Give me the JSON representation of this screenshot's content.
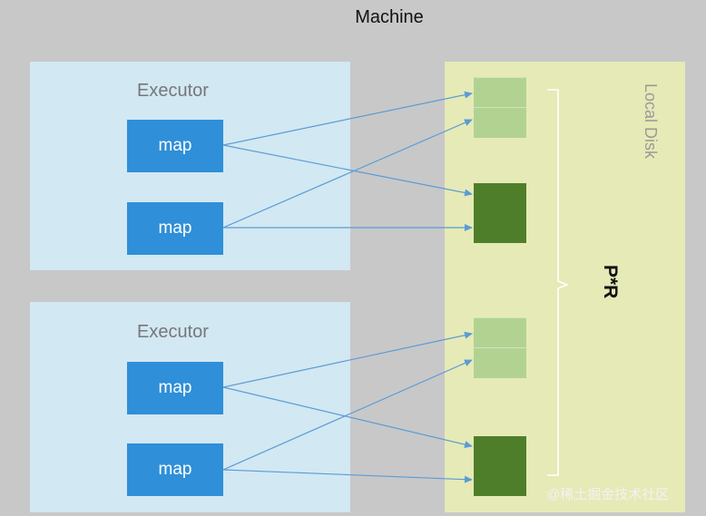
{
  "machine": {
    "title": "Machine"
  },
  "executors": [
    {
      "label": "Executor",
      "maps": [
        "map",
        "map"
      ]
    },
    {
      "label": "Executor",
      "maps": [
        "map",
        "map"
      ]
    }
  ],
  "local_disk": {
    "label": "Local Disk"
  },
  "brace_label": "P*R",
  "watermark": "@稀土掘金技术社区",
  "colors": {
    "background": "#c8c8c8",
    "executor_fill": "#d2e8f3",
    "map_fill": "#2f8fd8",
    "disk_fill": "#e6eab6",
    "light_block": "#b2d292",
    "dark_block": "#4e7e2a",
    "arrow": "#5b9bd5"
  }
}
